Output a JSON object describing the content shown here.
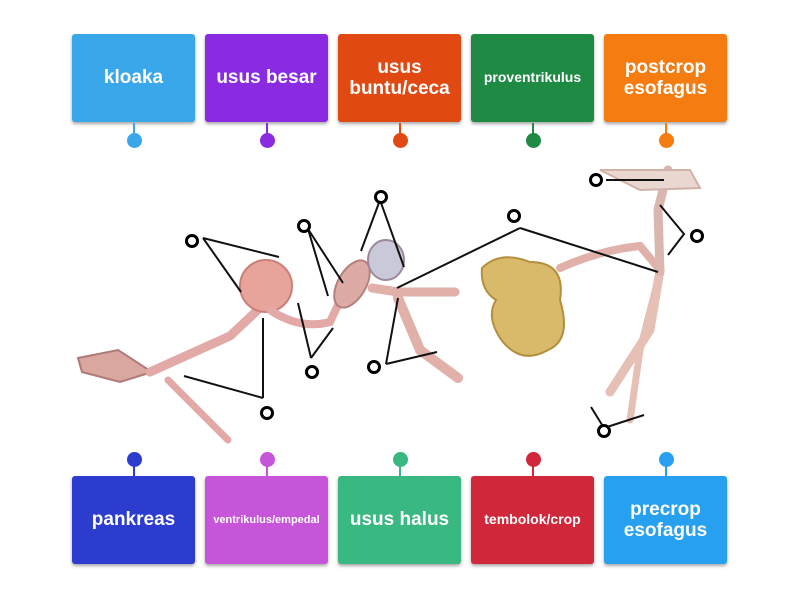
{
  "labels_top": [
    {
      "text": "kloaka",
      "color": "#3aa7ea"
    },
    {
      "text": "usus besar",
      "color": "#8a2be2"
    },
    {
      "text": "usus buntu/ceca",
      "color": "#e04a12"
    },
    {
      "text": "proventrikulus",
      "color": "#1e8a44"
    },
    {
      "text": "postcrop esofagus",
      "color": "#f57c10"
    }
  ],
  "labels_bottom": [
    {
      "text": "pankreas",
      "color": "#2c3ccf"
    },
    {
      "text": "ventrikulus/empedal",
      "color": "#c655d9"
    },
    {
      "text": "usus halus",
      "color": "#3ab882"
    },
    {
      "text": "tembolok/crop",
      "color": "#d1273a"
    },
    {
      "text": "precrop esofagus",
      "color": "#27a1ef"
    }
  ]
}
